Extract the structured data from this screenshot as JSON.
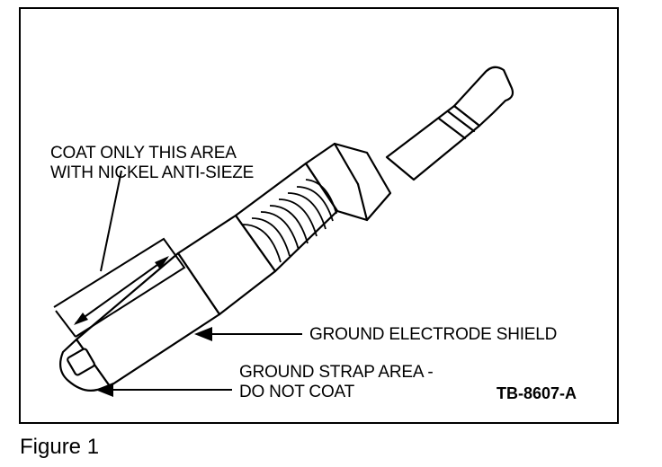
{
  "callouts": {
    "coat_line1": "COAT ONLY THIS AREA",
    "coat_line2": "WITH NICKEL ANTI-SIEZE",
    "shield": "GROUND ELECTRODE SHIELD",
    "strap_line1": "GROUND STRAP AREA -",
    "strap_line2": "DO NOT COAT"
  },
  "reference_code": "TB-8607-A",
  "caption": "Figure 1"
}
